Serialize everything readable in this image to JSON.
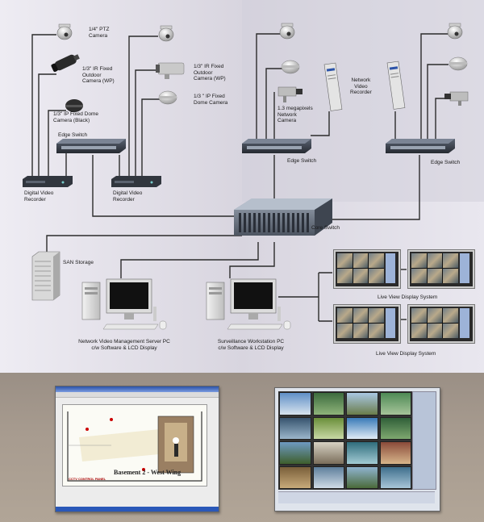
{
  "labels": {
    "ptz_camera": [
      "1/4\" PTZ",
      "Camera"
    ],
    "ir_outdoor_left": [
      "1/3\" IR Fixed",
      "Outdoor",
      "Camera (WP)"
    ],
    "ip_dome_black": [
      "1/3\" IP Fixed Dome",
      "Camera (Black)"
    ],
    "edge_switch_left": "Edge Switch",
    "dvr_1": [
      "Digital Video",
      "Recorder"
    ],
    "dvr_2": [
      "Digital Video",
      "Recorder"
    ],
    "ir_outdoor_mid": [
      "1/3\" IR Fixed",
      "Outdoor",
      "Camera (WP)"
    ],
    "dome_mid": [
      "1/3 \" IP Fixed",
      "Dome Camera"
    ],
    "megapixel_camera": [
      "1.3 megapixels",
      "Network",
      "Camera"
    ],
    "nvr": [
      "Network",
      "Video",
      "Recorder"
    ],
    "edge_switch_mid": "Edge Switch",
    "edge_switch_right": "Edge Switch",
    "core_switch": "Core Switch",
    "san_storage": "SAN Storage",
    "live_view_1": "Live View Display System",
    "live_view_2": "Live View Display System",
    "nvms_pc": [
      "Network Video Management Server PC",
      "c/w Software & LCD Display"
    ],
    "surveillance_pc": [
      "Surveillance Workstation PC",
      "c/w Software & LCD Display"
    ]
  },
  "screenshots": {
    "floor_plan_title": "Basement 2 - West Wing",
    "cctv_panel": "CCTV CONTROL PANEL"
  },
  "colors": {
    "background": "#e7e5ee",
    "line": "#2b2b2b",
    "device_dark": "#3a3f47",
    "device_light": "#d8d8d8",
    "bottom_band": "#a89c90",
    "window_title_blue": "#2c53a8"
  }
}
